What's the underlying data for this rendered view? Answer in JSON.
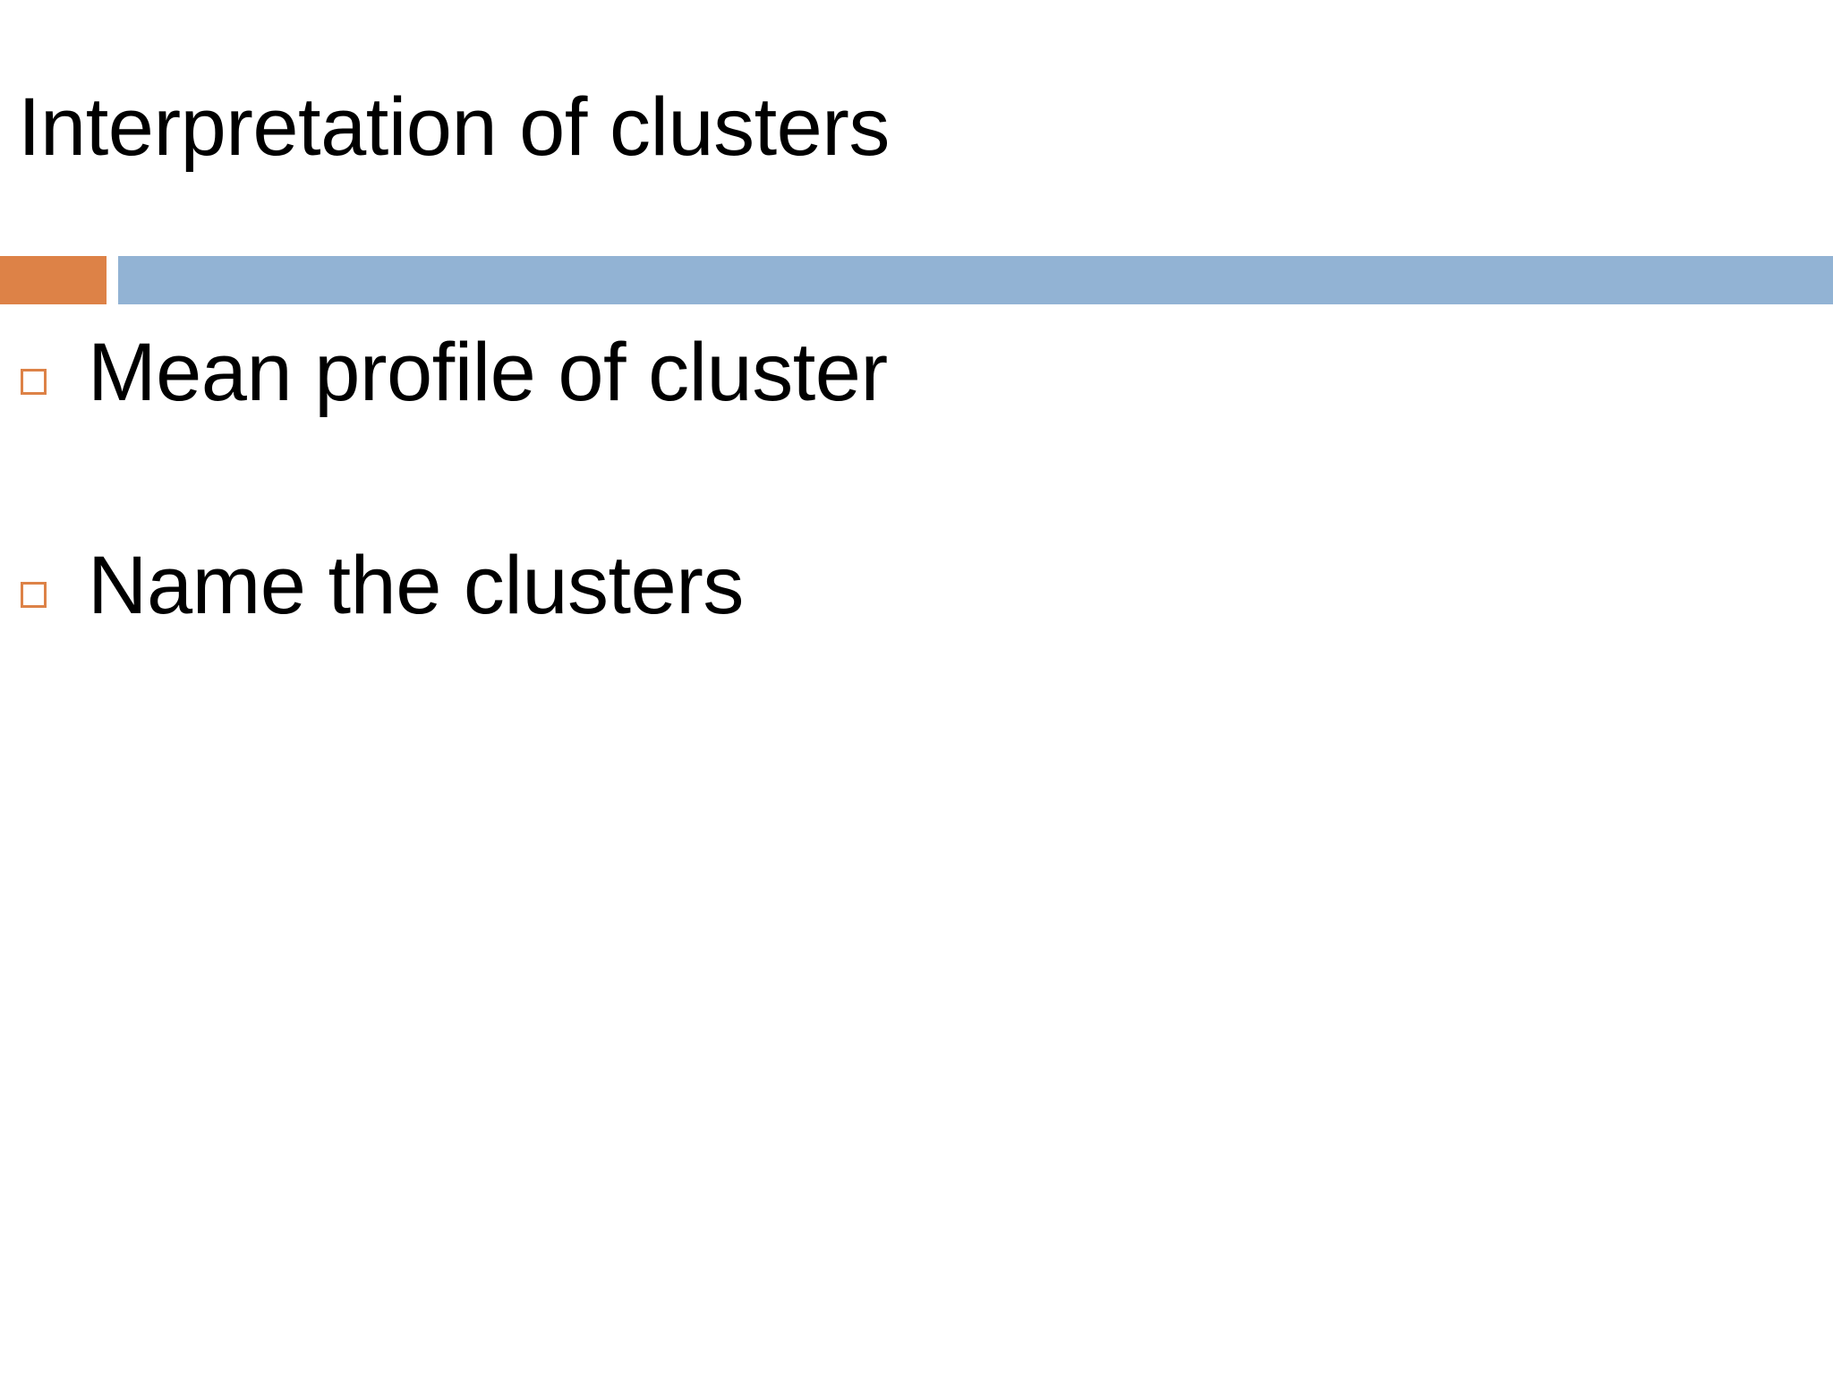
{
  "slide": {
    "title": "Interpretation of clusters",
    "background_color": "#ffffff",
    "title_color": "#000000",
    "divider": {
      "accent_color": "#DD8247",
      "main_color": "#92B3D4"
    },
    "bullets": [
      {
        "text": "Mean profile of cluster",
        "marker": "hollow-square",
        "marker_color": "#DD8247"
      },
      {
        "text": "Name the clusters",
        "marker": "hollow-square",
        "marker_color": "#DD8247"
      }
    ]
  }
}
